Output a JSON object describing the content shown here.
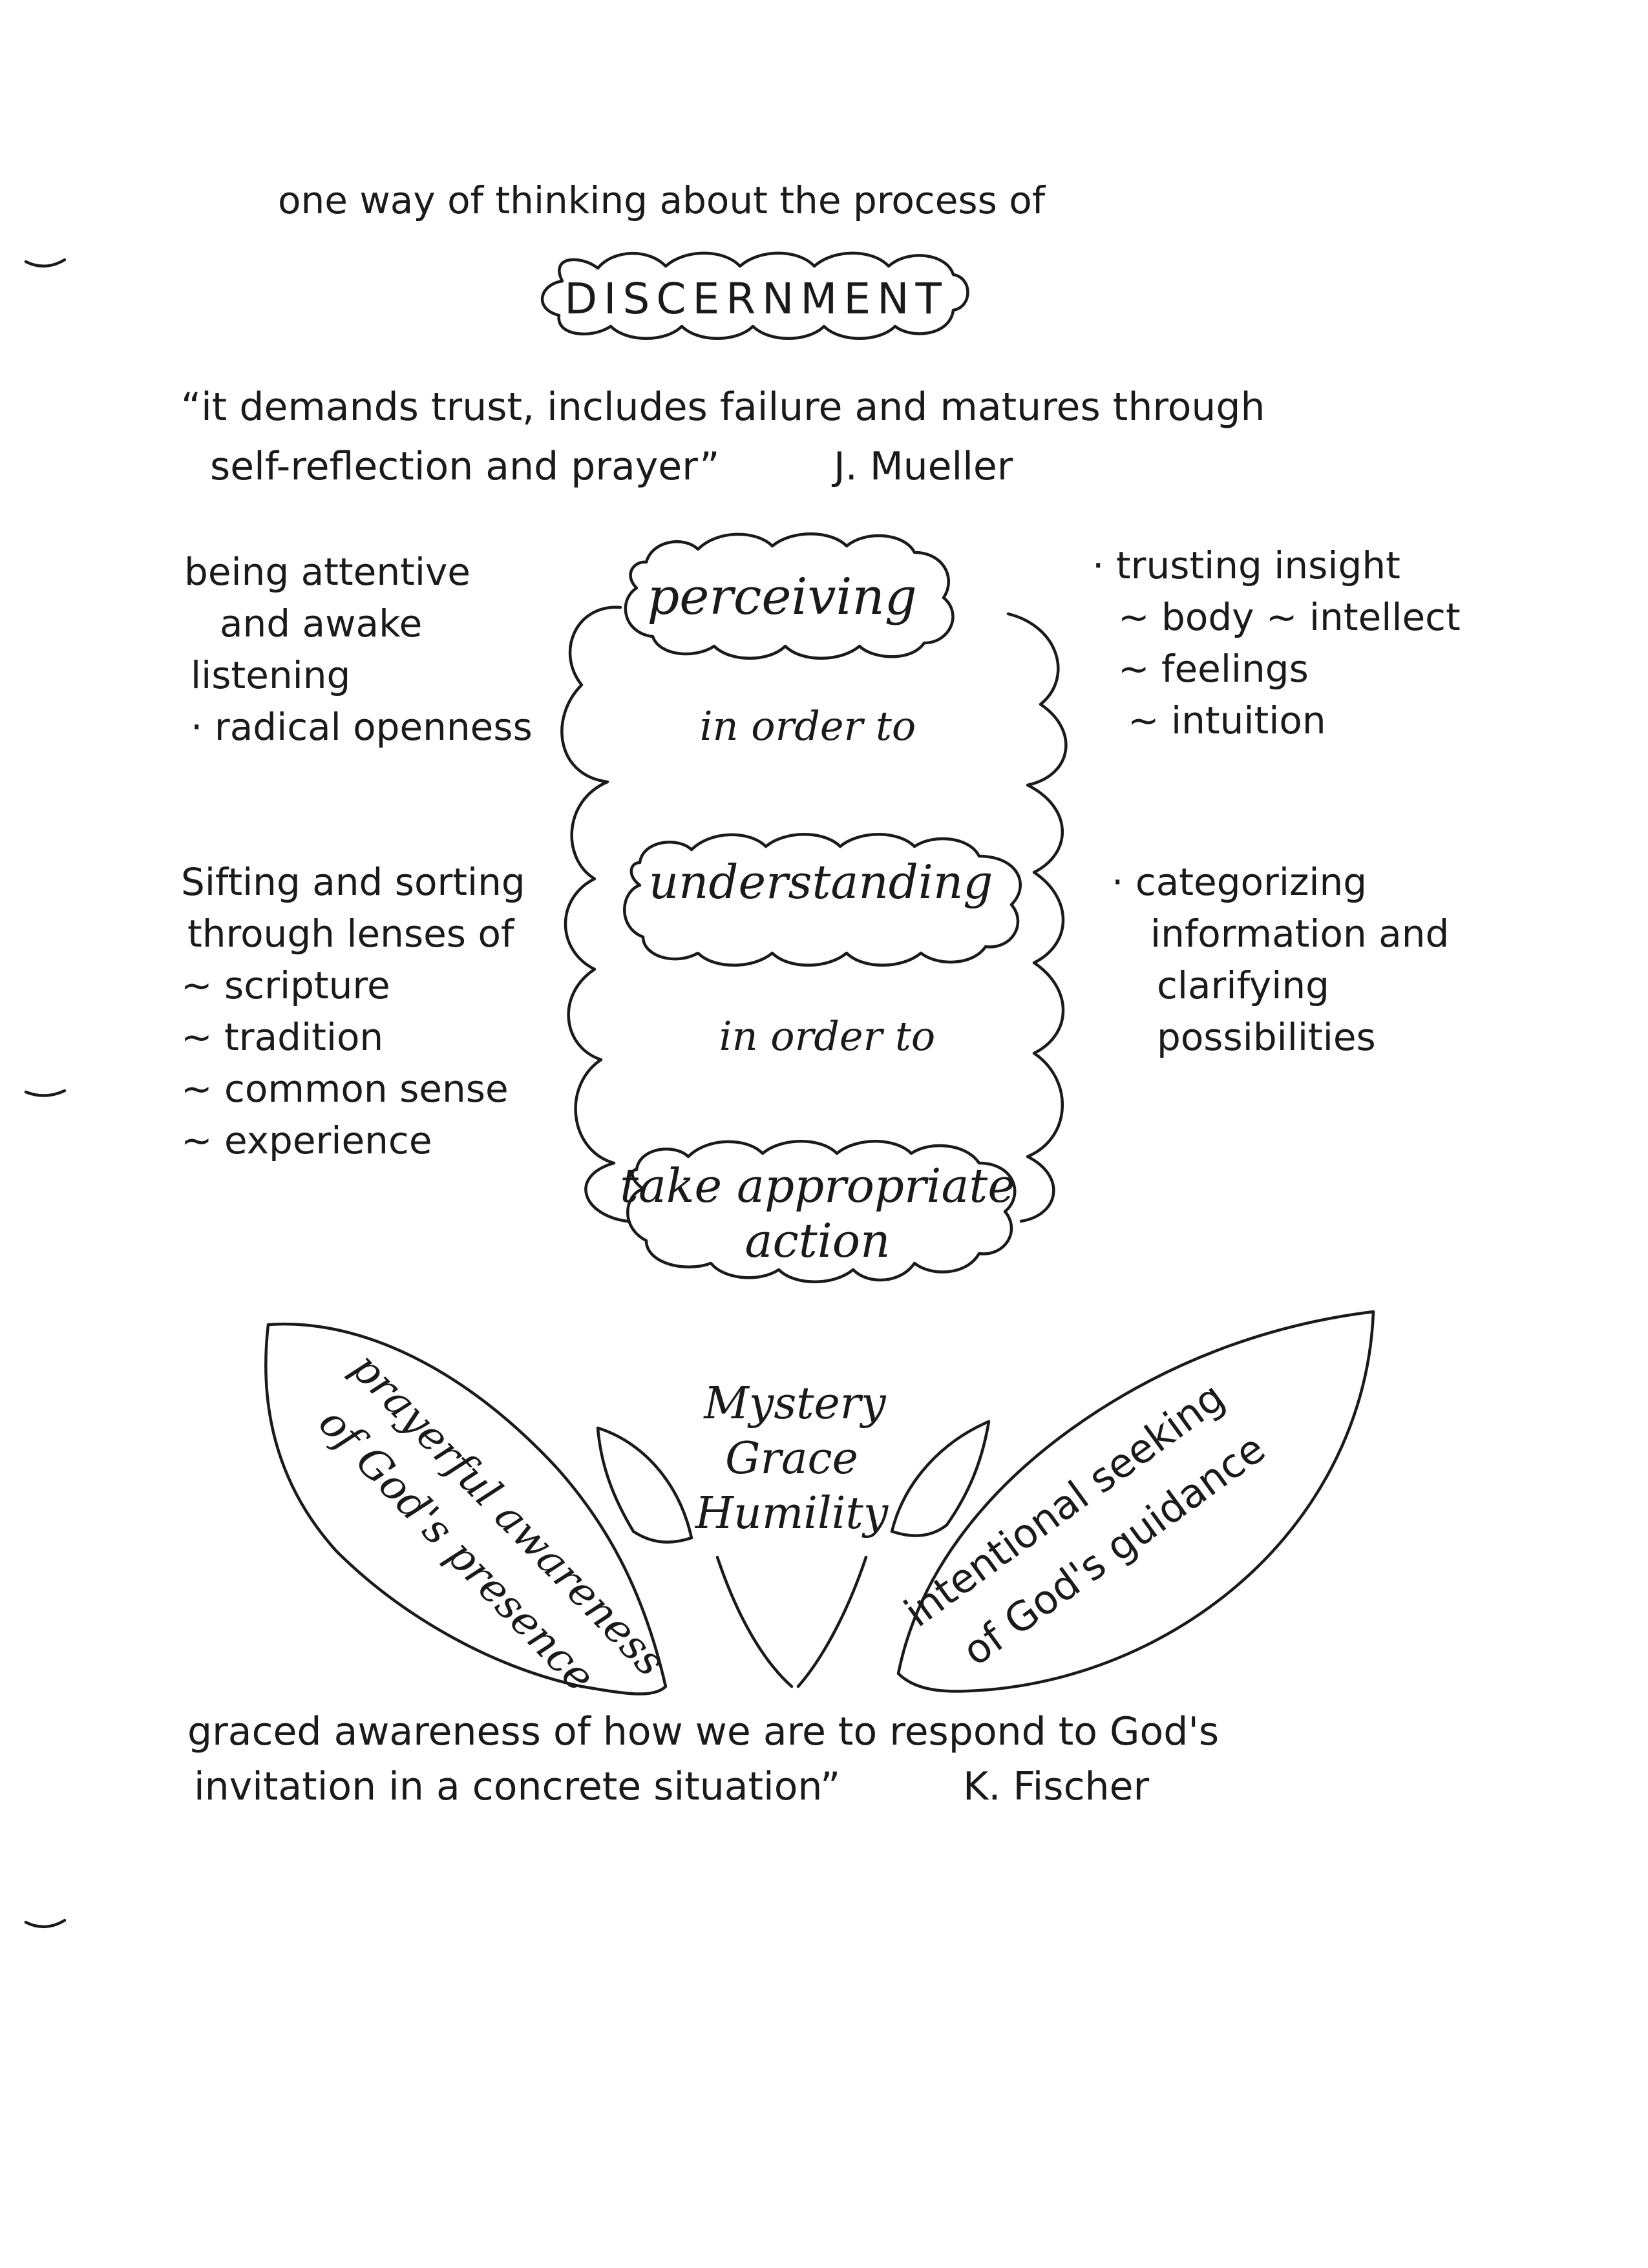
{
  "heading": "one way of thinking about the process of",
  "title": "DISCERNMENT",
  "quote_top": {
    "line1": "“it demands trust, includes failure and matures through",
    "line2": "self-reflection and prayer”",
    "author": "J. Mueller"
  },
  "stages": {
    "perceiving": "perceiving",
    "connector1": "in order to",
    "understanding": "understanding",
    "connector2": "in order to",
    "action_line1": "take appropriate",
    "action_line2": "action"
  },
  "left_notes_top": [
    "being attentive",
    "and awake",
    "listening",
    "· radical openness"
  ],
  "right_notes_top": [
    "· trusting insight",
    "~ body  ~ intellect",
    "~ feelings",
    "~ intuition"
  ],
  "left_notes_mid": [
    "Sifting and sorting",
    "through lenses of",
    "~ scripture",
    "~ tradition",
    "~ common sense",
    "~ experience"
  ],
  "right_notes_mid": [
    "· categorizing",
    "information and",
    "clarifying",
    "possibilities"
  ],
  "leaves": {
    "left_line1": "prayerful awareness",
    "left_line2": "of God's presence",
    "right_line1": "intentional seeking",
    "right_line2": "of God's guidance"
  },
  "center_words": [
    "Mystery",
    "Grace",
    "Humility"
  ],
  "quote_bottom": {
    "line1": "graced awareness of how we are to respond to God's",
    "line2": "invitation in a concrete situation”",
    "author": "K. Fischer"
  }
}
